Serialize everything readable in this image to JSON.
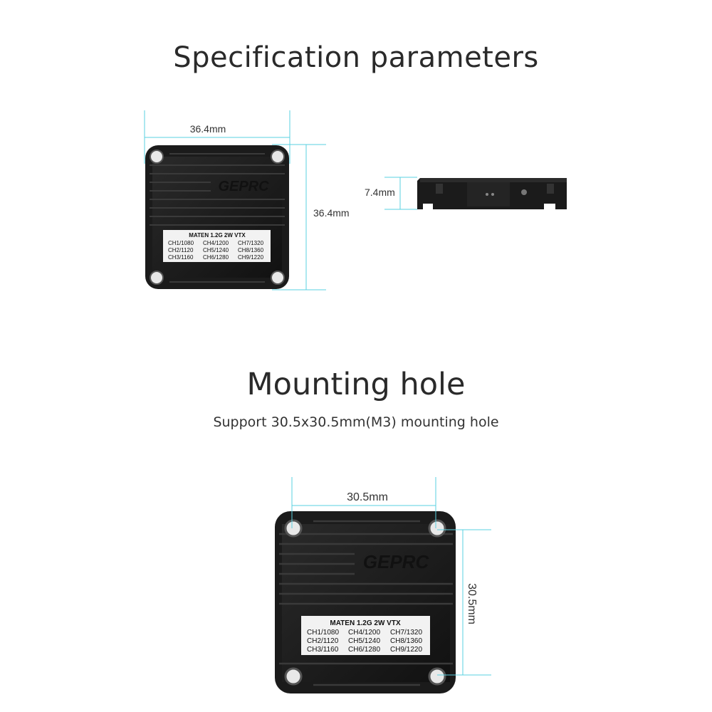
{
  "spec_section": {
    "title": "Specification parameters",
    "width_label": "36.4mm",
    "height_label": "36.4mm",
    "thickness_label": "7.4mm"
  },
  "mount_section": {
    "title": "Mounting hole",
    "subtitle": "Support 30.5x30.5mm(M3) mounting hole",
    "hole_spacing_x_label": "30.5mm",
    "hole_spacing_y_label": "30.5mm"
  },
  "product": {
    "brand": "GEPRC",
    "model": "MATEN 1.2G 2W VTX",
    "channels": [
      [
        "CH1/1080",
        "CH4/1200",
        "CH7/1320"
      ],
      [
        "CH2/1120",
        "CH5/1240",
        "CH8/1360"
      ],
      [
        "CH3/1160",
        "CH6/1280",
        "CH9/1220"
      ]
    ]
  },
  "colors": {
    "dimension_line": "#5ad0e0",
    "body": "#1c1c1c",
    "label_plate": "#f2f2f2"
  }
}
